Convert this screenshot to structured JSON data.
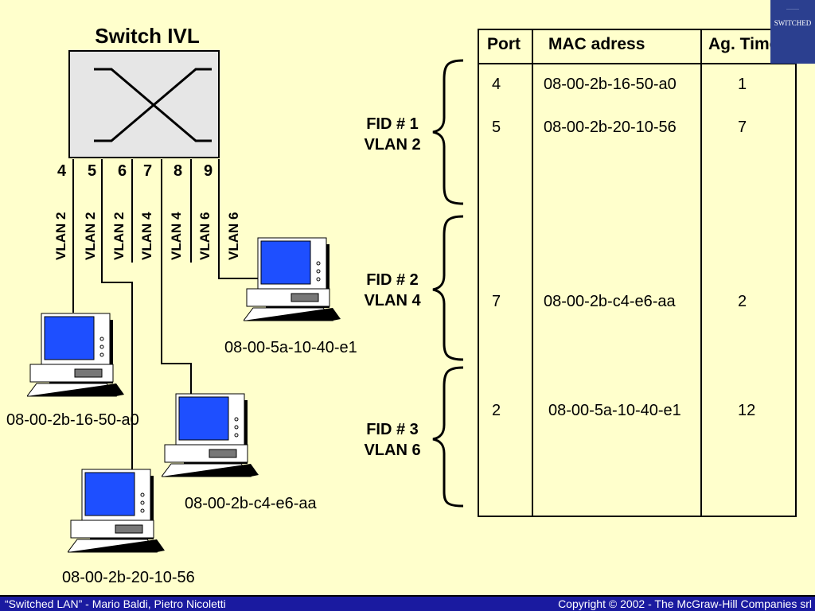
{
  "title": "Switch IVL",
  "ports": [
    "4",
    "5",
    "6",
    "7",
    "8",
    "9"
  ],
  "port_vlans": [
    "VLAN 2",
    "VLAN 2",
    "VLAN 2",
    "VLAN 4",
    "VLAN 4",
    "VLAN 6",
    "VLAN 6"
  ],
  "hosts": {
    "h1": "08-00-2b-16-50-a0",
    "h2": "08-00-2b-20-10-56",
    "h3": "08-00-2b-c4-e6-aa",
    "h4": "08-00-5a-10-40-e1"
  },
  "groups": [
    {
      "fid": "FID # 1",
      "vlan": "VLAN 2"
    },
    {
      "fid": "FID # 2",
      "vlan": "VLAN 4"
    },
    {
      "fid": "FID # 3",
      "vlan": "VLAN 6"
    }
  ],
  "table": {
    "headers": [
      "Port",
      "MAC adress",
      "Ag. Time"
    ],
    "rows": [
      [
        "4",
        "08-00-2b-16-50-a0",
        "1"
      ],
      [
        "5",
        "08-00-2b-20-10-56",
        "7"
      ],
      [
        "7",
        "08-00-2b-c4-e6-aa",
        "2"
      ],
      [
        "2",
        "08-00-5a-10-40-e1",
        "12"
      ]
    ]
  },
  "footer": {
    "left": "“Switched LAN” - Mario Baldi, Pietro Nicoletti",
    "right": "Copyright © 2002 - The McGraw-Hill Companies srl"
  },
  "logo": {
    "text": "SWITCHED"
  },
  "colors": {
    "background": "#FFFFCC",
    "footer": "#1A1AA0",
    "screen": "#1E4FFF"
  }
}
